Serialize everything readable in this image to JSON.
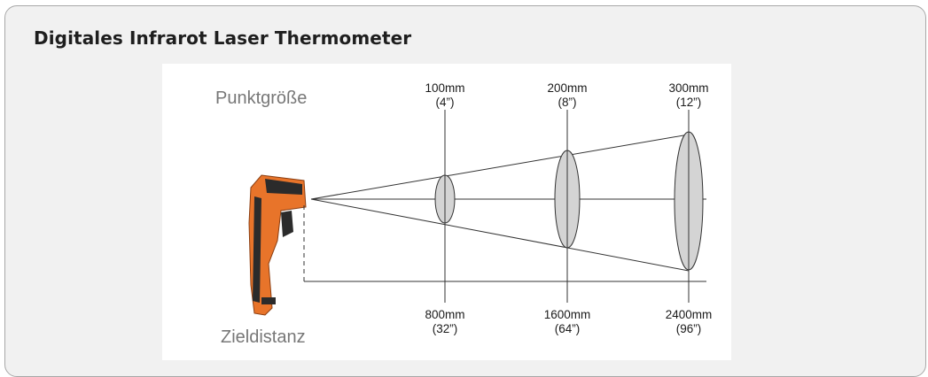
{
  "card": {
    "title": "Digitales Infrarot Laser Thermometer"
  },
  "diagram": {
    "spot_label": "Punktgröße",
    "distance_label": "Zieldistanz",
    "spots": [
      {
        "size": "100mm",
        "size_in": "(4”)",
        "distance": "800mm",
        "distance_in": "(32”)"
      },
      {
        "size": "200mm",
        "size_in": "(8”)",
        "distance": "1600mm",
        "distance_in": "(64”)"
      },
      {
        "size": "300mm",
        "size_in": "(12”)",
        "distance": "2400mm",
        "distance_in": "(96”)"
      }
    ],
    "colors": {
      "device_body": "#e8742a",
      "device_grip": "#2b2b2b",
      "ellipse_fill": "#d4d4d4"
    }
  }
}
